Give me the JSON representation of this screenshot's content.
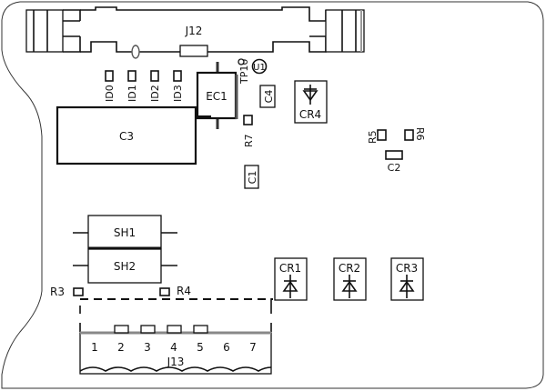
{
  "diagram": {
    "type": "pcb-component-layout",
    "components": {
      "j12": "J12",
      "ec1": "EC1",
      "c3": "C3",
      "c4": "C4",
      "c1": "C1",
      "c2": "C2",
      "cr1": "CR1",
      "cr2": "CR2",
      "cr3": "CR3",
      "cr4": "CR4",
      "sh1": "SH1",
      "sh2": "SH2",
      "r3": "R3",
      "r4": "R4",
      "r5": "R5",
      "r6": "R6",
      "r7": "R7",
      "tp10": "TP10",
      "u1": "U1",
      "j13": "J13"
    },
    "leds": [
      "ID0",
      "ID1",
      "ID2",
      "ID3"
    ],
    "j13_pins": [
      "1",
      "2",
      "3",
      "4",
      "5",
      "6",
      "7"
    ]
  }
}
